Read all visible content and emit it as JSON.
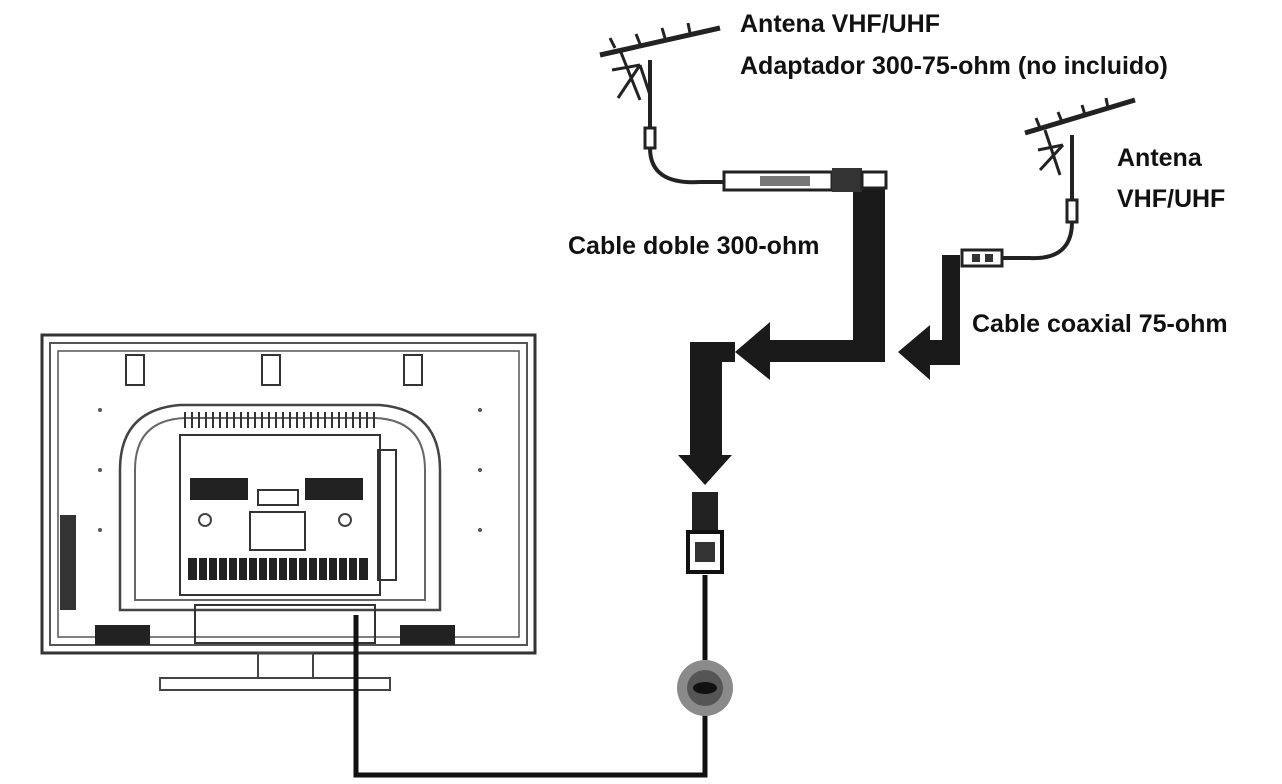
{
  "labels": {
    "antenna1_title": "Antena VHF/UHF",
    "adapter": "Adaptador 300-75-ohm (no incluido)",
    "antenna2_line1": "Antena",
    "antenna2_line2": "VHF/UHF",
    "twin_lead_cable": "Cable doble 300-ohm",
    "coax_cable": "Cable coaxial 75-ohm"
  },
  "icons": [
    "tv-back-panel",
    "antenna-icon",
    "adapter-icon",
    "coax-connector-icon",
    "wall-outlet-icon",
    "arrow-icon"
  ],
  "colors": {
    "line": "#111111",
    "fill": "#1a1a1a",
    "tv_grey": "#666666",
    "outlet_grey": "#8a8a8a"
  }
}
